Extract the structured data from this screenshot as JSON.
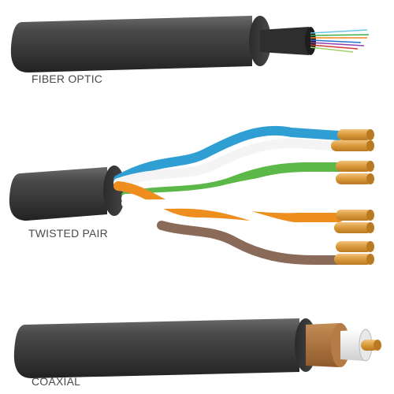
{
  "labels": {
    "fiber": "FIBER OPTIC",
    "twisted": "TWISTED PAIR",
    "coaxial": "COAXIAL"
  },
  "colors": {
    "jacket": "#3b3b3b",
    "jacket_light": "#5a5a5a",
    "copper": "#d89a3a",
    "blue": "#2f9fd3",
    "green": "#5cb848",
    "orange": "#ee8e1e",
    "brown": "#8a6a58",
    "white_wire": "#ffffff",
    "coax_braid": "#a8703e"
  },
  "fiber_strands": [
    "blue",
    "orange",
    "red",
    "green",
    "purple",
    "yellow",
    "teal"
  ]
}
